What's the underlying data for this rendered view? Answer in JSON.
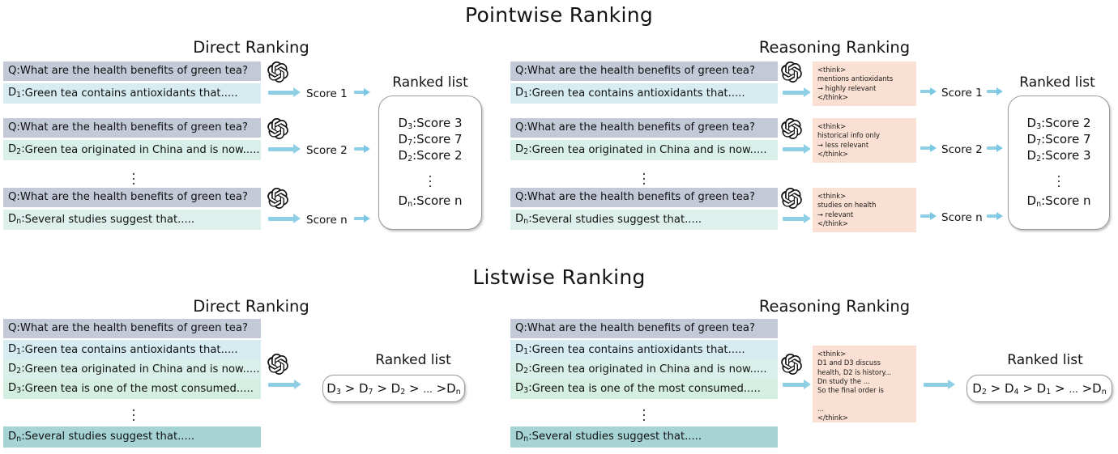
{
  "sections": [
    {
      "id": "pointwise",
      "title": "Pointwise Ranking"
    },
    {
      "id": "listwise",
      "title": "Listwise Ranking"
    }
  ],
  "column_titles": {
    "direct": "Direct Ranking",
    "reasoning": "Reasoning Ranking"
  },
  "ranked_list_label": "Ranked list",
  "query": "Q:What are the health benefits of green tea?",
  "documents": {
    "d1": "Green tea contains antioxidants that.....",
    "d2": "Green tea originated in China and is now.....",
    "d3": "Green tea is one of the most consumed.....",
    "dn": "Several studies suggest that....."
  },
  "doc_labels": {
    "d1_prefix": "D",
    "d1_sub": "1",
    "d1_sep": ": ",
    "d2_prefix": "D",
    "d2_sub": "2",
    "d2_sep": ":",
    "d3_prefix": "D",
    "d3_sub": "3",
    "d3_sep": ":",
    "dn_prefix": "D",
    "dn_sub": "n",
    "dn_sep": ":"
  },
  "icons": {
    "llm": "openai-logo-icon",
    "arrow": "arrow-right-icon",
    "vertical_dots": "vertical-ellipsis-icon"
  },
  "pointwise": {
    "direct": {
      "scores": [
        "Score 1",
        "Score 2",
        "Score n"
      ],
      "ranked_list": {
        "lines": [
          "D3:Score 3",
          "D7:Score 7",
          "D2:Score 2",
          "Dn:Score n"
        ],
        "entries": [
          {
            "doc": "D",
            "sub": "3",
            "text": ":Score 3"
          },
          {
            "doc": "D",
            "sub": "7",
            "text": ":Score 7"
          },
          {
            "doc": "D",
            "sub": "2",
            "text": ":Score 2"
          },
          {
            "doc": "D",
            "sub": "n",
            "text": ":Score n"
          }
        ]
      }
    },
    "reasoning": {
      "scores": [
        "Score 1",
        "Score 2",
        "Score n"
      ],
      "think_blocks": [
        "<think>\nmentions antioxidants\n→ highly relevant\n</think>",
        "<think>\nhistorical info only\n → less relevant\n</think>",
        "<think>\nstudies on health\n→ relevant\n</think>"
      ],
      "ranked_list": {
        "lines": [
          "D3:Score 2",
          "D7:Score 7",
          "D2:Score 3",
          "Dn:Score n"
        ],
        "entries": [
          {
            "doc": "D",
            "sub": "3",
            "text": ":Score 2"
          },
          {
            "doc": "D",
            "sub": "7",
            "text": ":Score 7"
          },
          {
            "doc": "D",
            "sub": "2",
            "text": ":Score 3"
          },
          {
            "doc": "D",
            "sub": "n",
            "text": ":Score n"
          }
        ]
      }
    }
  },
  "listwise": {
    "direct": {
      "ranked_list": {
        "entries": [
          {
            "doc": "D",
            "sub": "3",
            "sep": " > "
          },
          {
            "doc": "D",
            "sub": "7",
            "sep": " > "
          },
          {
            "doc": "D",
            "sub": "2",
            "sep": " > "
          },
          {
            "ellipsis": "... >"
          },
          {
            "doc": "D",
            "sub": "n",
            "sep": ""
          }
        ],
        "text": "D3 > D7 > D2 > ... >Dn"
      }
    },
    "reasoning": {
      "think_block": "<think>\nD1 and D3 discuss\nhealth, D2 is history...\nDn study the ...\nSo the final order is\n\n...\n</think>",
      "ranked_list": {
        "entries": [
          {
            "doc": "D",
            "sub": "2",
            "sep": " > "
          },
          {
            "doc": "D",
            "sub": "4",
            "sep": " > "
          },
          {
            "doc": "D",
            "sub": "1",
            "sep": " > "
          },
          {
            "ellipsis": "... >"
          },
          {
            "doc": "D",
            "sub": "n",
            "sep": ""
          }
        ],
        "text": "D2 > D4 > D1 > ... >Dn"
      }
    }
  },
  "colors": {
    "query_bg": "#c3c9d6",
    "doc_bg_light": "#d6ecf0",
    "doc_bg_mint": "#d9f0ea",
    "doc_bg_teal": "#a6d4d5",
    "think_bg": "#fae0d2",
    "arrow": "#8fcfe6"
  }
}
